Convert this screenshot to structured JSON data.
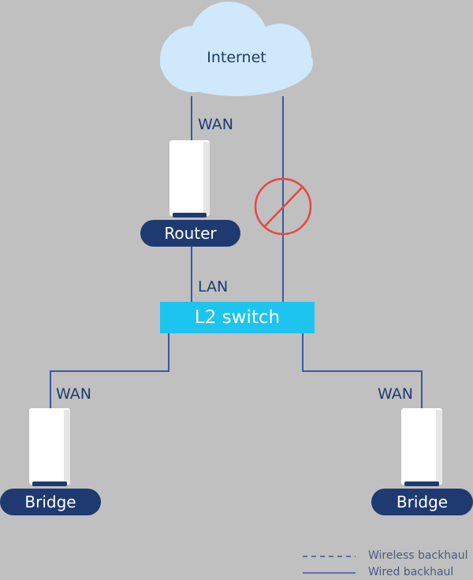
{
  "cloud": {
    "label": "Internet"
  },
  "connections": {
    "router_wan": "WAN",
    "router_lan": "LAN",
    "left_wan": "WAN",
    "right_wan": "WAN"
  },
  "devices": {
    "router": "Router",
    "switch": "L2 switch",
    "bridge_left": "Bridge",
    "bridge_right": "Bridge"
  },
  "legend": {
    "wireless": "Wireless backhaul",
    "wired": "Wired backhaul"
  },
  "colors": {
    "line": "#3d57a3",
    "navy": "#1f3a70",
    "switch": "#1dc4f0",
    "cloud": "#cfe8fb",
    "forbidden": "#e84545"
  }
}
